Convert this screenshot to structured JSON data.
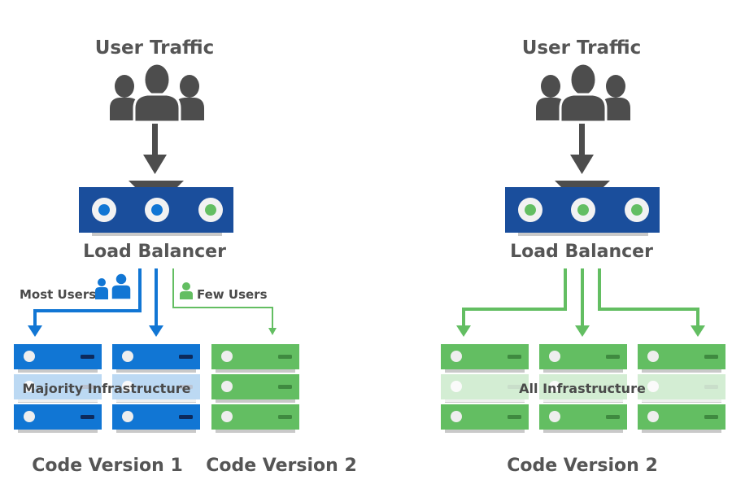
{
  "colors": {
    "blue": "#1176d4",
    "blue_dark_led": "#0d2a5c",
    "lb_blue": "#1a4e9c",
    "green": "#63be62",
    "green_led": "#3f8a40",
    "dark_gray": "#4d4d4d",
    "shadow": "#c9c9c9"
  },
  "left": {
    "user_traffic_label": "User Traffic",
    "load_balancer_label": "Load Balancer",
    "load_balancer_leds": [
      "blue",
      "blue",
      "green"
    ],
    "most_users_label": "Most Users",
    "few_users_label": "Few Users",
    "overlay_label": "Majority Infrastructure",
    "servers": [
      {
        "color": "blue"
      },
      {
        "color": "blue"
      },
      {
        "color": "green"
      }
    ],
    "version_labels": [
      "Code Version 1",
      "Code Version 2"
    ]
  },
  "right": {
    "user_traffic_label": "User Traffic",
    "load_balancer_label": "Load Balancer",
    "load_balancer_leds": [
      "green",
      "green",
      "green"
    ],
    "overlay_label": "All Infrastructure",
    "servers": [
      {
        "color": "green"
      },
      {
        "color": "green"
      },
      {
        "color": "green"
      }
    ],
    "version_label": "Code Version 2"
  }
}
